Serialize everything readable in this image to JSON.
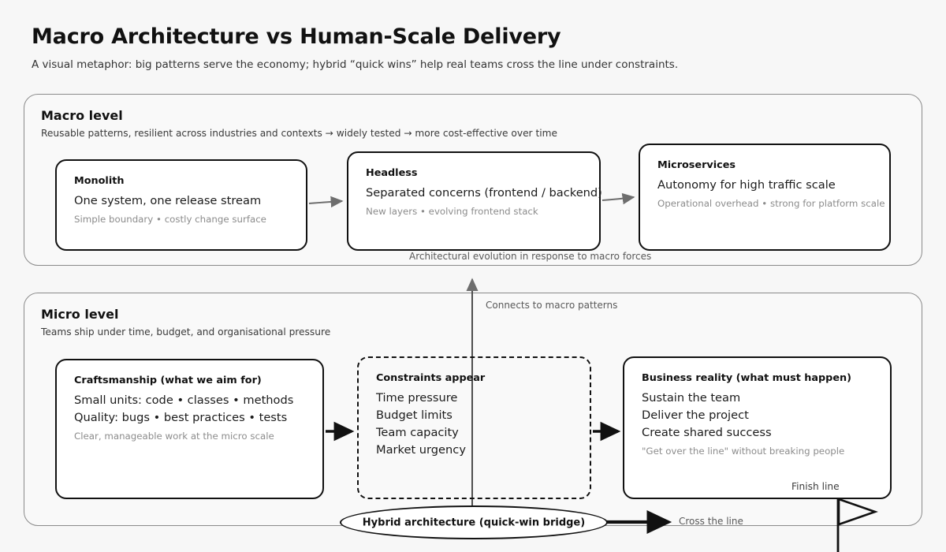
{
  "header": {
    "title": "Macro Architecture vs Human-Scale Delivery",
    "subtitle": "A visual metaphor: big patterns serve the economy; hybrid “quick wins” help real teams cross the line under constraints."
  },
  "macro": {
    "title": "Macro level",
    "subtitle": "Reusable patterns, resilient across industries and contexts → widely tested → more cost-effective over time",
    "caption": "Architectural evolution in response to macro forces",
    "cards": [
      {
        "title": "Monolith",
        "line1": "One system, one release stream",
        "note": "Simple boundary • costly change surface"
      },
      {
        "title": "Headless",
        "line1": "Separated concerns (frontend / backend)",
        "note": "New layers • evolving frontend stack"
      },
      {
        "title": "Microservices",
        "line1": "Autonomy for high traffic scale",
        "note": "Operational overhead • strong for platform scale"
      }
    ]
  },
  "micro": {
    "title": "Micro level",
    "subtitle": "Teams ship under time, budget, and organisational pressure",
    "connector_label": "Connects to macro patterns",
    "craftsmanship": {
      "title": "Craftsmanship (what we aim for)",
      "line1": "Small units: code • classes • methods",
      "line2": "Quality: bugs • best practices • tests",
      "note": "Clear, manageable work at the micro scale"
    },
    "constraints": {
      "title": "Constraints appear",
      "items": [
        "Time pressure",
        "Budget limits",
        "Team capacity",
        "Market urgency"
      ]
    },
    "business": {
      "title": "Business reality (what must happen)",
      "line1": "Sustain the team",
      "line2": "Deliver the project",
      "line3": "Create shared success",
      "note": "\"Get over the line\" without breaking people",
      "finish_label": "Finish line"
    },
    "bridge": {
      "label": "Hybrid architecture (quick-win bridge)",
      "arrow_label": "Cross the line"
    }
  },
  "colors": {
    "background": "#f7f7f7",
    "panel_border": "#8a8a8a",
    "card_border": "#111111",
    "muted_text": "#8c8c8c",
    "caption_text": "#595959",
    "soft_arrow": "#6e6e6e"
  },
  "icons": {
    "finish_flag": "flag-icon"
  }
}
